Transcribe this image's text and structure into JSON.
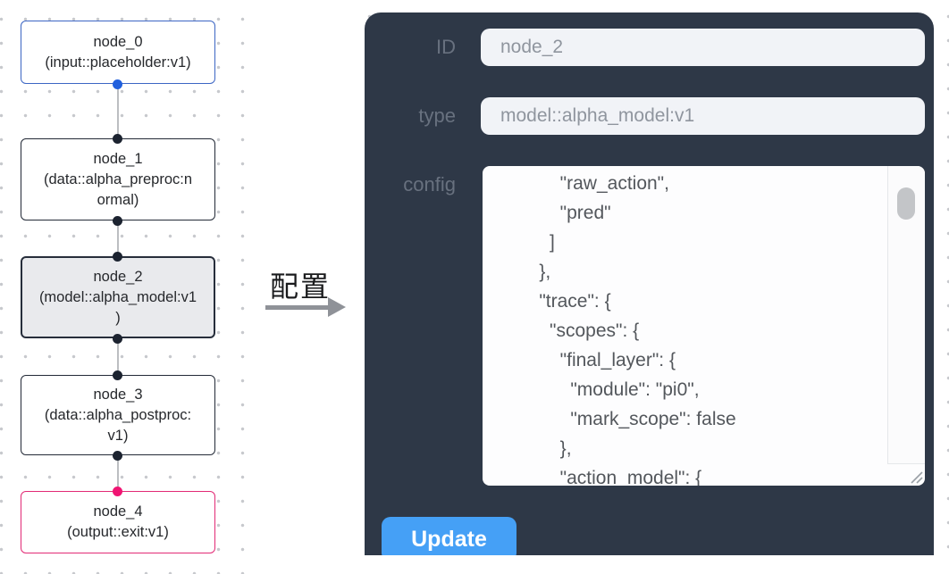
{
  "canvas": {
    "nodes": [
      {
        "title": "node_0",
        "desc": "(input::placeholder:v1)",
        "kind": "input"
      },
      {
        "title": "node_1",
        "desc": "(data::alpha_preproc:n\normal)",
        "kind": "processor"
      },
      {
        "title": "node_2",
        "desc": "(model::alpha_model:v1\n)",
        "kind": "model-selected"
      },
      {
        "title": "node_3",
        "desc": "(data::alpha_postproc:\nv1)",
        "kind": "processor"
      },
      {
        "title": "node_4",
        "desc": "(output::exit:v1)",
        "kind": "output"
      }
    ]
  },
  "arrow": {
    "label": "配置"
  },
  "panel": {
    "fields": [
      {
        "label": "ID",
        "value": "node_2"
      },
      {
        "label": "type",
        "value": "model::alpha_model:v1"
      }
    ],
    "config_label": "config",
    "config_lines": [
      "        \"raw_action\",",
      "        \"pred\"",
      "      ]",
      "    },",
      "    \"trace\": {",
      "      \"scopes\": {",
      "        \"final_layer\": {",
      "          \"module\": \"pi0\",",
      "          \"mark_scope\": false",
      "        },",
      "        \"action_model\": {"
    ],
    "update_label": "Update"
  },
  "colors": {
    "panel_bg": "#2e3847",
    "button_blue": "#45a0f6",
    "input_node_border": "#3c66c4",
    "input_node_port": "#2160dd",
    "output_node_border": "#e22a75",
    "output_node_port": "#f01573",
    "default_node_border": "#232a37",
    "selected_node_bg": "#e9eaed",
    "edge_gray": "#bcbec2"
  }
}
